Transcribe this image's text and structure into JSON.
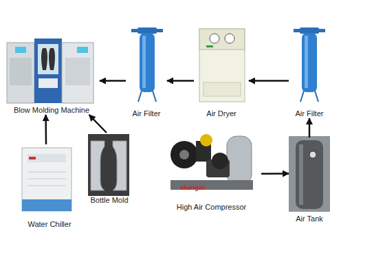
{
  "diagram": {
    "nodes": [
      {
        "text": [
          "Blow Molding Machine"
        ]
      },
      {
        "text": [
          "Air Filter"
        ]
      },
      {
        "text": [
          "Air Dryer"
        ]
      },
      {
        "text": [
          "Air Filter"
        ]
      },
      {
        "text": [
          "Water Chiller"
        ]
      },
      {
        "text": [
          "Bottle Mold"
        ]
      },
      {
        "text": [
          "High Air Compressor"
        ]
      },
      {
        "text": [
          "Air Tank"
        ]
      }
    ],
    "edges": [
      {
        "from": 6,
        "to": 7,
        "arrow": "to"
      },
      {
        "from": 7,
        "to": 3,
        "arrow": "to"
      },
      {
        "from": 3,
        "to": 2,
        "arrow": "to"
      },
      {
        "from": 2,
        "to": 1,
        "arrow": "to"
      },
      {
        "from": 1,
        "to": 0,
        "arrow": "to"
      },
      {
        "from": 4,
        "to": 0,
        "arrow": "to"
      },
      {
        "from": 5,
        "to": 0,
        "arrow": "to"
      }
    ],
    "labels": [
      "shangair"
    ]
  }
}
